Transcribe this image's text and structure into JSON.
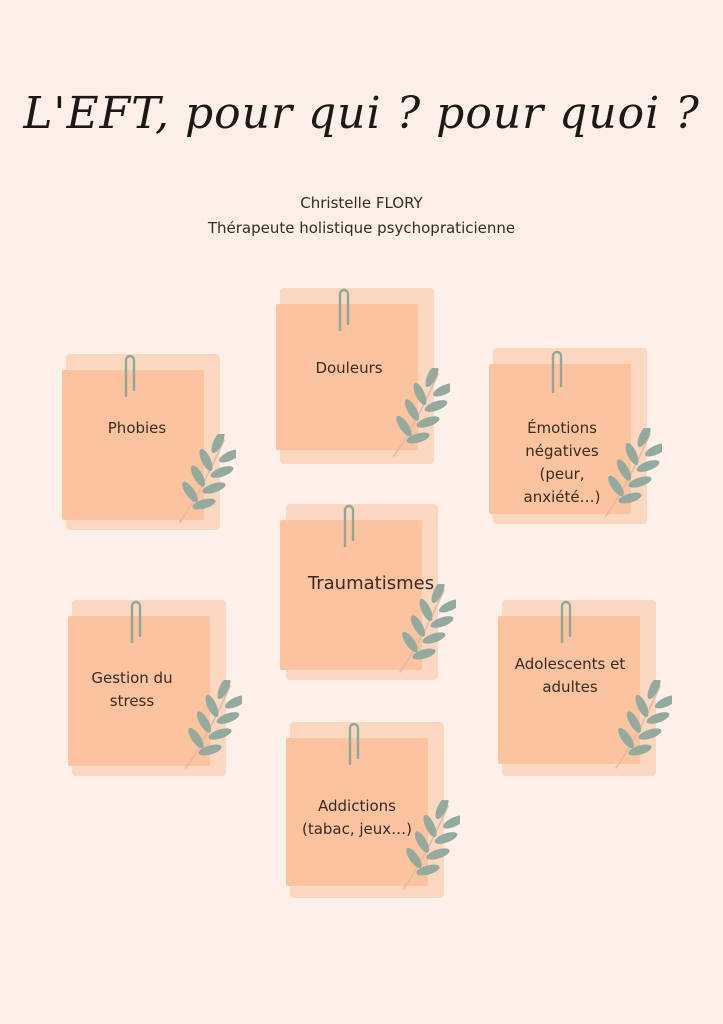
{
  "title": "L'EFT, pour qui ? pour quoi ?",
  "author": "Christelle FLORY",
  "subtitle": "Thérapeute holistique psychopraticienne",
  "icons": {
    "clip": "paperclip-icon",
    "leaf": "leaf-branch-icon"
  },
  "colors": {
    "background": "#fdf0e8",
    "note_back": "#fcd7c0",
    "note_front": "#fbc49e",
    "clip": "#8fa79b",
    "leaf": "#93ab9f",
    "stem": "#e8b8a4"
  },
  "notes": {
    "phobies": "Phobies",
    "douleurs": "Douleurs",
    "emotions": "Émotions négatives (peur, anxiété…)",
    "traumatismes": "Traumatismes",
    "stress": "Gestion du stress",
    "adolescents": "Adolescents et adultes",
    "addictions": "Addictions (tabac, jeux…)"
  }
}
